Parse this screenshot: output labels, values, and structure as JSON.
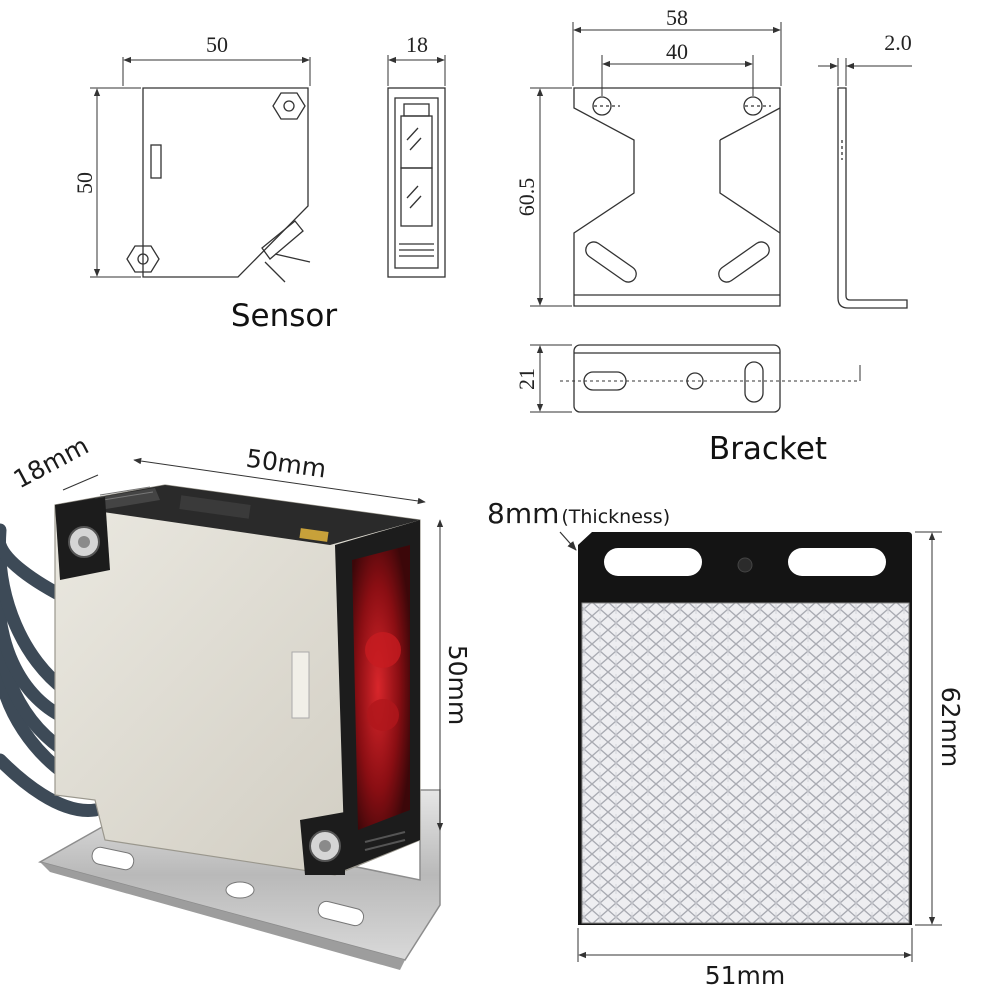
{
  "drawing": {
    "sensor": {
      "caption": "Sensor",
      "width_label": "50",
      "height_label": "50",
      "depth_label": "18"
    },
    "bracket": {
      "caption": "Bracket",
      "overall_width_label": "58",
      "hole_spacing_label": "40",
      "thickness_label": "2.0",
      "height_label": "60.5",
      "side_height_label": "21"
    }
  },
  "photo": {
    "sensor_depth_label": "18mm",
    "sensor_width_label": "50mm",
    "sensor_height_label": "50mm",
    "reflector_thickness_label": "8mm",
    "reflector_thickness_word": "(Thickness)",
    "reflector_height_label": "62mm",
    "reflector_width_label": "51mm"
  },
  "colors": {
    "line": "#333333",
    "sensor_body": "#dcd9cf",
    "sensor_dark": "#1c1c1c",
    "lens_red": "#8c0f14",
    "bracket_metal": "#c9c9c9",
    "cable": "#3d4a57",
    "reflector_frame": "#111111",
    "reflector_prism": "#e9e9ec"
  }
}
